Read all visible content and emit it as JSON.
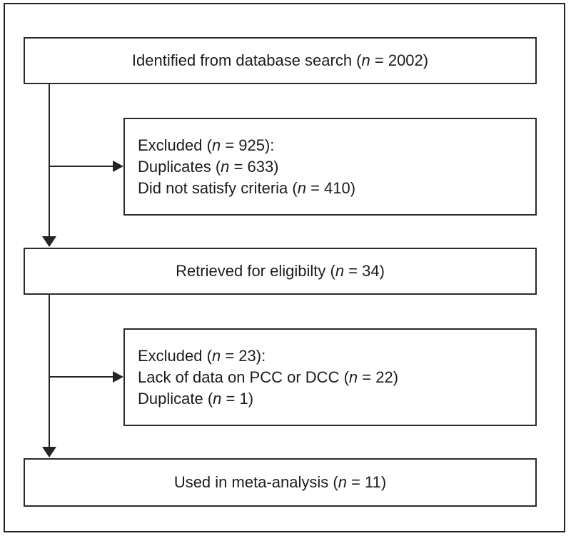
{
  "figure": {
    "type": "study-selection-flowchart",
    "background_color": "#ffffff",
    "line_color": "#242424",
    "text_color": "#1c1c1c"
  },
  "flow": {
    "identified": {
      "pre": "Identified from database search (",
      "n": "n",
      "post": " = 2002)"
    },
    "excluded1": {
      "line1": {
        "pre": "Excluded (",
        "n": "n",
        "post": " = 925):"
      },
      "line2": {
        "pre": "Duplicates (",
        "n": "n",
        "post": " = 633)"
      },
      "line3": {
        "pre": "Did not satisfy criteria (",
        "n": "n",
        "post": " = 410)"
      }
    },
    "retrieved": {
      "pre": "Retrieved for eligibilty (",
      "n": "n",
      "post": " = 34)"
    },
    "excluded2": {
      "line1": {
        "pre": "Excluded (",
        "n": "n",
        "post": " = 23):"
      },
      "line2": {
        "pre": "Lack of data on PCC or DCC (",
        "n": "n",
        "post": " = 22)"
      },
      "line3": {
        "pre": "Duplicate (",
        "n": "n",
        "post": " = 1)"
      }
    },
    "used": {
      "pre": "Used in meta-analysis (",
      "n": "n",
      "post": " = 11)"
    }
  }
}
